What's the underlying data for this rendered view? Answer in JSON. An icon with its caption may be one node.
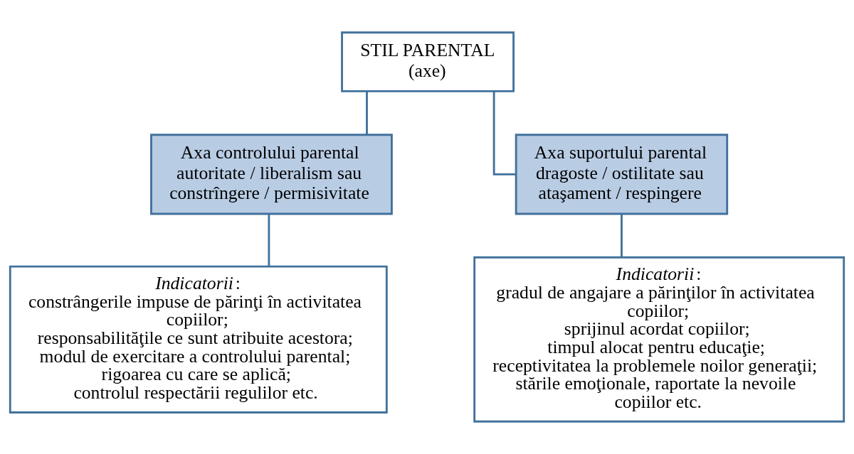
{
  "diagram": {
    "nodes": [
      {
        "text": [
          "STIL PARENTAL",
          "(axe)"
        ]
      },
      {
        "text": [
          "Axa controlului parental",
          "autoritate / liberalism sau constrîngere / permisivitate"
        ]
      },
      {
        "text": [
          "Axa suportului parental",
          "dragoste / ostilitate sau ataşament / respingere"
        ]
      },
      {
        "text": [
          "*Indicatorii*:",
          "constrângerile impuse de părinţi în activitatea copiilor;",
          "responsabilităţile ce sunt atribuite acestora;",
          "modul de exercitare a controlului parental;",
          "rigoarea cu care se aplică;",
          "controlul respectării regulilor etc."
        ]
      },
      {
        "text": [
          "*Indicatorii*:",
          "gradul de angajare a părinţilor în activitatea copiilor;",
          "sprijinul acordat copiilor;",
          "timpul alocat pentru educaţie;",
          "receptivitatea la problemele noilor generaţii;",
          "stările emoţionale, raportate la nevoile copiilor etc."
        ]
      }
    ],
    "edges": [
      {
        "from": 0,
        "to": 1,
        "arrow": "none"
      },
      {
        "from": 0,
        "to": 2,
        "arrow": "none"
      },
      {
        "from": 1,
        "to": 3,
        "arrow": "none"
      },
      {
        "from": 2,
        "to": 4,
        "arrow": "none"
      }
    ]
  }
}
